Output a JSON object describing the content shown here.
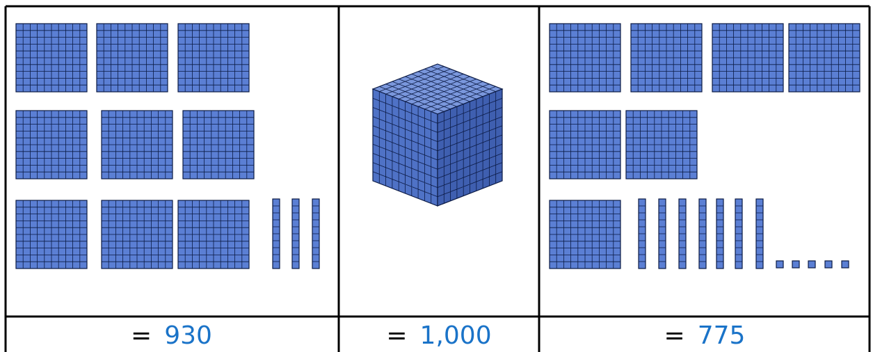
{
  "colors": {
    "block_fill": "#5b7fd4",
    "cube_top": "#7a97dc",
    "cube_left": "#4f72c6",
    "cube_right": "#3f5fb0",
    "grid_line": "#0b1a44",
    "border": "#000000",
    "value_text": "#1a73c8",
    "sign_text": "#000000"
  },
  "panels": [
    {
      "name": "panel-930",
      "hundreds": 9,
      "tens": 3,
      "ones": 0,
      "thousands": 0,
      "equals_sign": "=",
      "value_text": "930"
    },
    {
      "name": "panel-1000",
      "hundreds": 0,
      "tens": 0,
      "ones": 0,
      "thousands": 1,
      "equals_sign": "=",
      "value_text": "1,000"
    },
    {
      "name": "panel-775",
      "hundreds": 7,
      "tens": 7,
      "ones": 5,
      "thousands": 0,
      "equals_sign": "=",
      "value_text": "775"
    }
  ]
}
